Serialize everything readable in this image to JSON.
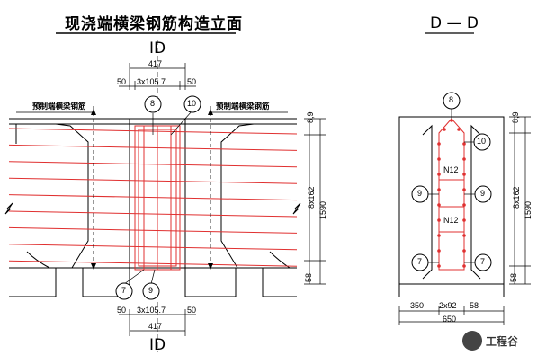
{
  "title": "现浇端横梁钢筋构造立面",
  "section": {
    "cut_label": "ID",
    "view_title": "D — D"
  },
  "elevation": {
    "prefab_rebar_left": "预制端横梁钢筋",
    "prefab_rebar_right": "预制端横梁钢筋",
    "dim_total_width": "417",
    "dim_left_cover": "50",
    "dim_spacing": "3x105.7",
    "dim_right_cover": "50",
    "dim_top": "8,9",
    "dim_stirrup": "8x162",
    "dim_height": "1590",
    "dim_bottom": "58"
  },
  "section_dd": {
    "dim_top": "8,9",
    "dim_stirrup": "8x162",
    "dim_height": "1590",
    "dim_bottom": "58",
    "dim_left": "350",
    "dim_mid": "2x92",
    "dim_right": "58",
    "dim_total": "650",
    "label_n12_top": "N12",
    "label_n12_bottom": "N12"
  },
  "callouts": {
    "c8": "8",
    "c10": "10",
    "c7": "7",
    "c9": "9"
  },
  "watermark": "工程谷",
  "colors": {
    "rebar": "#e03030",
    "line": "#000000"
  }
}
